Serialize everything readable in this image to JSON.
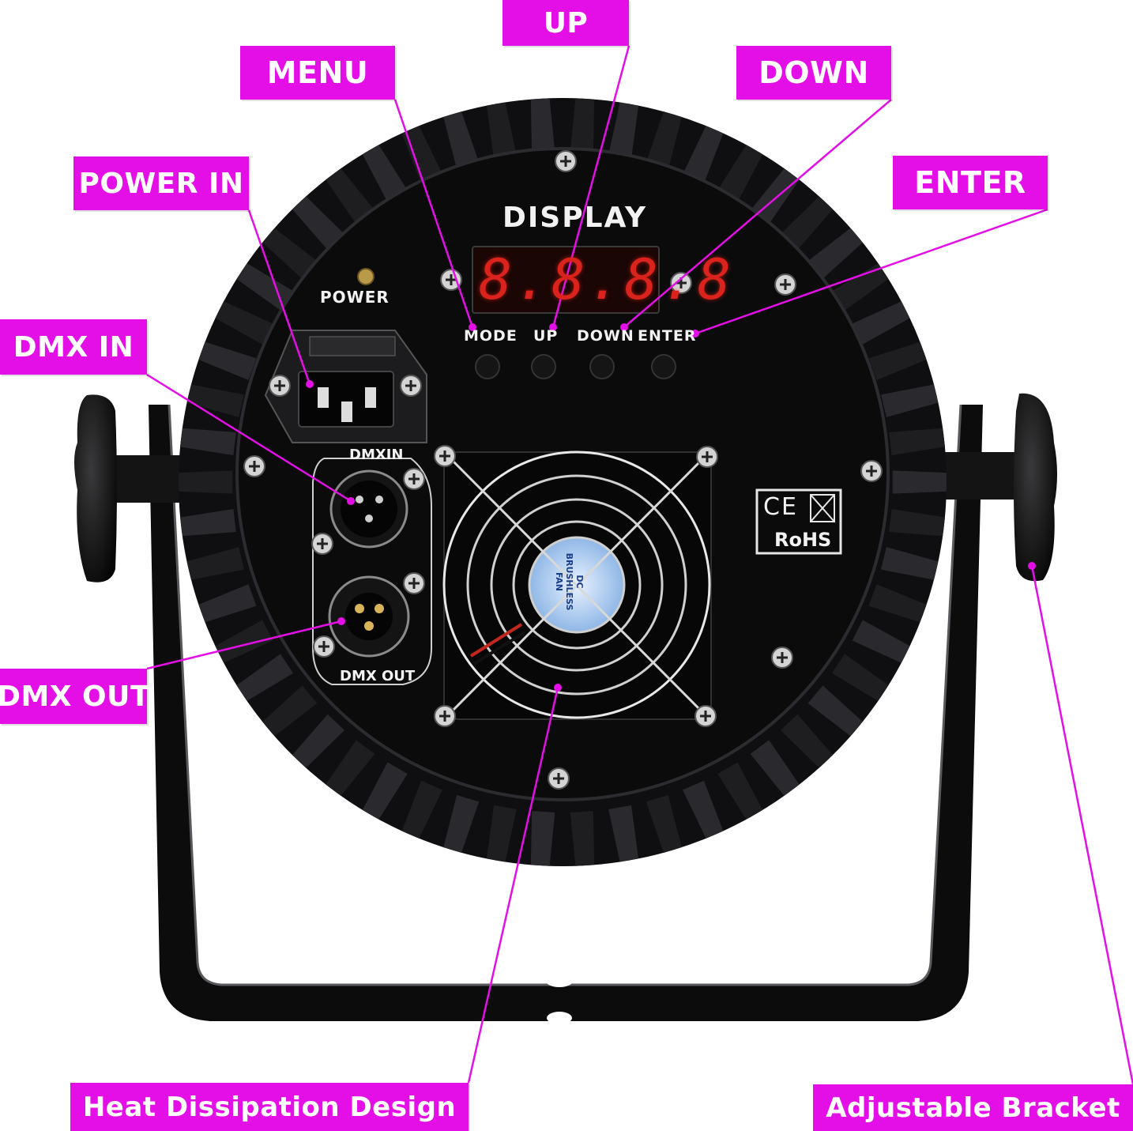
{
  "callouts": {
    "up": "UP",
    "menu": "MENU",
    "down": "DOWN",
    "power_in": "POWER IN",
    "enter": "ENTER",
    "dmx_in": "DMX IN",
    "dmx_out": "DMX OUT",
    "heat": "Heat Dissipation Design",
    "bracket": "Adjustable Bracket"
  },
  "panel": {
    "display": "DISPLAY",
    "digits": "8.8.8.8",
    "power": "POWER",
    "mode": "MODE",
    "up": "UP",
    "down": "DOWN",
    "enter": "ENTER",
    "dmxin": "DMXIN",
    "dmxout": "DMX OUT",
    "ce": "CE",
    "rohs": "RoHS",
    "fan_label": "DC BRUSHLESS FAN"
  },
  "colors": {
    "callout": "#e40fe6",
    "leader": "#e40fe6",
    "panel": "#0b0b0c",
    "fins": "#1a1a1c",
    "segment": "#d9231c"
  }
}
